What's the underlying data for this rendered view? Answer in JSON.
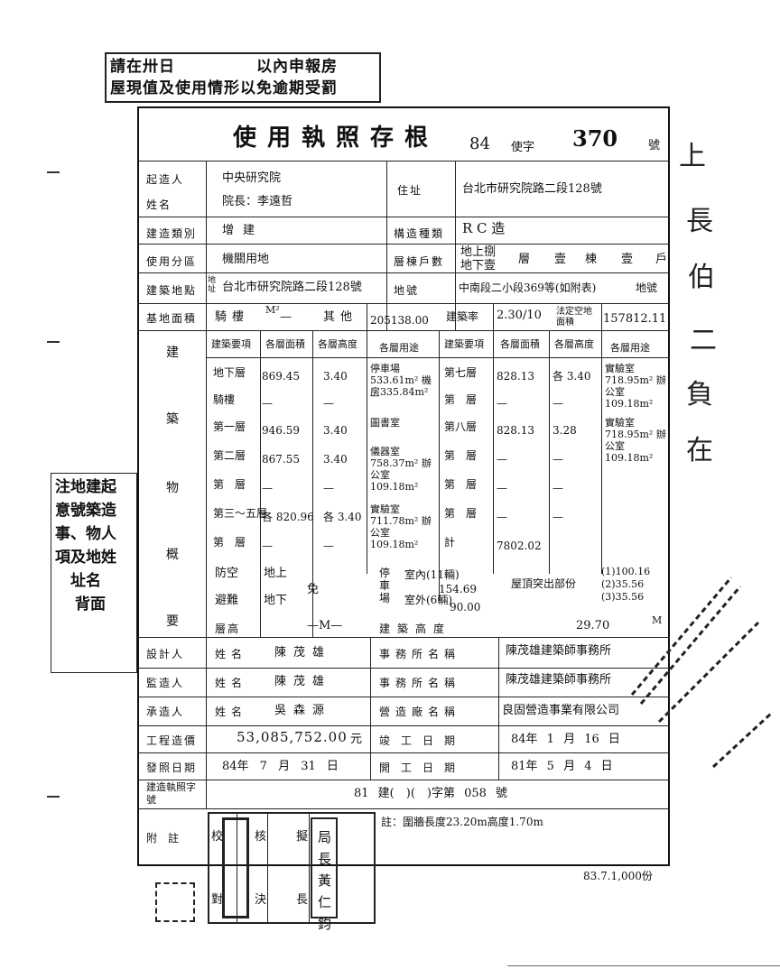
{
  "header_stamp": {
    "line1": "請在卅日",
    "line1_end": "以內申報房",
    "line2": "屋現值及使用情形以免逾期受罰"
  },
  "title": "使用執照存根",
  "permit_no": {
    "year": "84",
    "prefix": "使字",
    "number": "370",
    "suffix": "號"
  },
  "applicant": {
    "label1": "起造人",
    "label2": "姓名",
    "line1": "中央研究院",
    "line2": "院長：李遠哲",
    "address_label": "住址",
    "address": "台北市研究院路二段128號"
  },
  "building_type": {
    "label": "建造類別",
    "value": "增建",
    "structure_label": "構造種類",
    "structure": "R C 造"
  },
  "use_zone": {
    "label": "使用分區",
    "value": "機關用地",
    "floors_label": "層棟戶數",
    "above": "地上捌",
    "below": "地下壹",
    "ceng": "層",
    "yi": "壹",
    "dong": "棟",
    "yi2": "壹",
    "hu": "戶"
  },
  "site": {
    "label": "建築地點",
    "addr_tag": "地址",
    "address": "台北市研究院路二段128號",
    "lot_label": "地號",
    "lot": "中南段二小段369等(如附表)",
    "lot_suffix": "地號"
  },
  "land_area": {
    "label": "基地面積",
    "qilou": "騎樓",
    "unit": "M²",
    "qilou_val": "—",
    "other": "其他",
    "other_val": "205138.00",
    "ratio_label": "建築率",
    "ratio": "2.30/10",
    "open_label": "法定空地面積",
    "open_val": "157812.11"
  },
  "build_summary_label": [
    "建",
    "築",
    "物",
    "概",
    "要"
  ],
  "col_headers": [
    "建築要項",
    "各層面積",
    "各層高度",
    "各層用途",
    "建築要項",
    "各層面積",
    "各層高度",
    "各層用途"
  ],
  "floors_left": [
    {
      "name": "地下層",
      "area": "869.45",
      "height": "3.40",
      "use": "停車場533.61m² 機房335.84m²"
    },
    {
      "name": "騎樓",
      "area": "—",
      "height": "—",
      "use": "—"
    },
    {
      "name": "第一層",
      "area": "946.59",
      "height": "3.40",
      "use": "圖書室"
    },
    {
      "name": "第二層",
      "area": "867.55",
      "height": "3.40",
      "use": "儀器室 758.37m² 辦公室 109.18m²"
    },
    {
      "name": "第　層",
      "area": "—",
      "height": "—",
      "use": ""
    },
    {
      "name": "第三～五層",
      "area": "各 820.96",
      "height": "各 3.40",
      "use": "實驗室 711.78m² 辦公室 109.18m²"
    },
    {
      "name": "第　層",
      "area": "—",
      "height": "—",
      "use": ""
    }
  ],
  "floors_right": [
    {
      "name": "第七層",
      "area": "828.13",
      "height": "各 3.40",
      "use": "實驗室 718.95m² 辦公室 109.18m²"
    },
    {
      "name": "第　層",
      "area": "—",
      "height": "—",
      "use": ""
    },
    {
      "name": "第八層",
      "area": "828.13",
      "height": "3.28",
      "use": "實驗室 718.95m² 辦公室 109.18m²"
    },
    {
      "name": "第　層",
      "area": "—",
      "height": "—",
      "use": ""
    },
    {
      "name": "第　層",
      "area": "—",
      "height": "—",
      "use": ""
    },
    {
      "name": "第　層",
      "area": "—",
      "height": "—",
      "use": ""
    },
    {
      "name": "計",
      "area": "7802.02",
      "height": "",
      "use": ""
    }
  ],
  "air_defense": {
    "label1": "防空",
    "label2": "避難",
    "above": "地上",
    "below": "地下",
    "value": "免"
  },
  "parking": {
    "label": "停車場",
    "indoor": "室內(11輛)",
    "indoor_val": "154.69",
    "outdoor": "室外(6輛)",
    "outdoor_val": "90.00"
  },
  "roof": {
    "label": "屋頂突出部份",
    "v1": "(1)100.16",
    "v2": "(2)35.56",
    "v3": "(3)35.56"
  },
  "story_height": {
    "label": "層高",
    "value": "—M—",
    "bh_label": "建築高度",
    "bh": "29.70"
  },
  "designer": {
    "label": "設計人",
    "name_label": "姓名",
    "name": "陳茂雄",
    "office_label": "事務所名稱",
    "office": "陳茂雄建築師事務所"
  },
  "supervisor": {
    "label": "監造人",
    "name_label": "姓名",
    "name": "陳茂雄",
    "office_label": "事務所名稱",
    "office": "陳茂雄建築師事務所"
  },
  "contractor": {
    "label": "承造人",
    "name_label": "姓名",
    "name": "吳森源",
    "firm_label": "營造廠名稱",
    "firm": "良固營造事業有限公司"
  },
  "cost": {
    "label": "工程造價",
    "value": "53,085,752.00",
    "unit": "元",
    "done_label": "竣工日期",
    "done": "84年 1 月 16 日"
  },
  "issue": {
    "label": "發照日期",
    "value": "84年 7 月 31 日",
    "start_label": "開工日期",
    "start": "81年 5 月 4 日"
  },
  "build_permit": {
    "label": "建造執照字號",
    "value": "81 建(　)(　)字第 058 號"
  },
  "remarks": {
    "label": "附註",
    "note": "註：圍牆長度23.20m高度1.70m"
  },
  "signature_cells": [
    "校",
    "核",
    "對",
    "擬",
    "決",
    "長"
  ],
  "seal_chief": "局長 黃仁鈞",
  "side_note": {
    "title": "注意事項",
    "lines": [
      "注地建起",
      "意號築造",
      "事、物人",
      "項及地姓",
      "　址名",
      "　"
    ],
    "back": "背面"
  },
  "footer": "83.7.1,000份"
}
